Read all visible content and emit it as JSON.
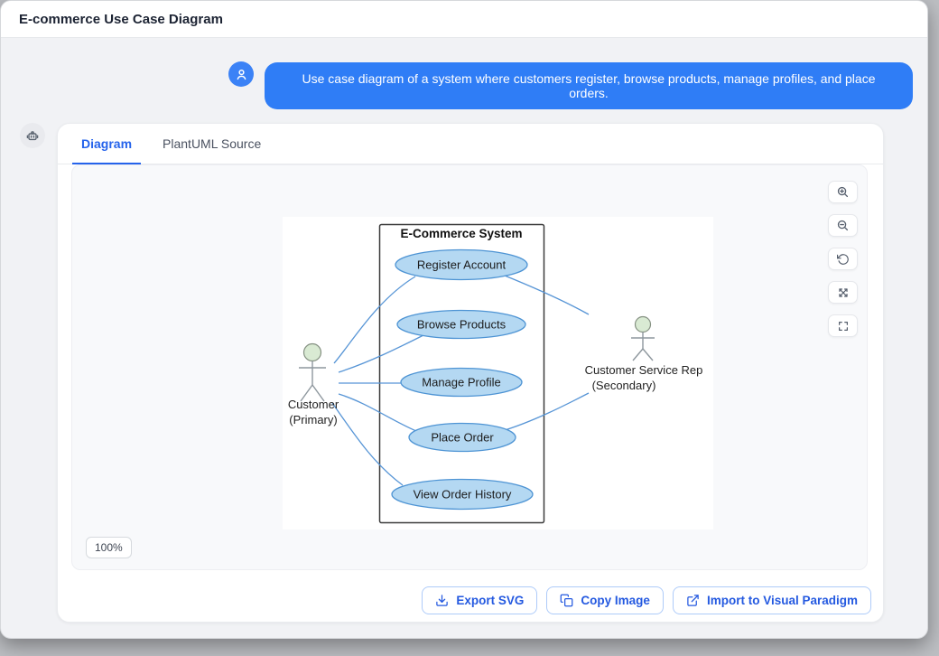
{
  "header": {
    "title": "E-commerce Use Case Diagram"
  },
  "chat": {
    "user_message": "Use case diagram of a system where customers register, browse products, manage profiles, and place orders."
  },
  "tabs": {
    "diagram": "Diagram",
    "source": "PlantUML Source"
  },
  "viewer": {
    "zoom_level": "100%",
    "toolbar_icons": [
      "zoom-in",
      "zoom-out",
      "reset-view",
      "expand",
      "fullscreen"
    ]
  },
  "diagram": {
    "system_title": "E-Commerce System",
    "use_cases": [
      "Register Account",
      "Browse Products",
      "Manage Profile",
      "Place Order",
      "View Order History"
    ],
    "actors": [
      {
        "name": "Customer",
        "role": "(Primary)"
      },
      {
        "name": "Customer Service Rep",
        "role": "(Secondary)"
      }
    ],
    "associations": [
      {
        "from": "Customer",
        "to": "Register Account"
      },
      {
        "from": "Customer",
        "to": "Browse Products"
      },
      {
        "from": "Customer",
        "to": "Manage Profile"
      },
      {
        "from": "Customer",
        "to": "Place Order"
      },
      {
        "from": "Customer",
        "to": "View Order History"
      },
      {
        "from": "Register Account",
        "to": "Customer Service Rep"
      },
      {
        "from": "Place Order",
        "to": "Customer Service Rep"
      }
    ]
  },
  "actions": {
    "export_svg": "Export SVG",
    "copy_image": "Copy Image",
    "import_vp": "Import to Visual Paradigm"
  },
  "colors": {
    "accent": "#2563eb",
    "bubble_blue": "#2f7df6",
    "usecase_fill": "#b4d8f2",
    "usecase_stroke": "#4e94d4",
    "actor_head_fill": "#d9ead3",
    "association_line": "#5795d6"
  }
}
